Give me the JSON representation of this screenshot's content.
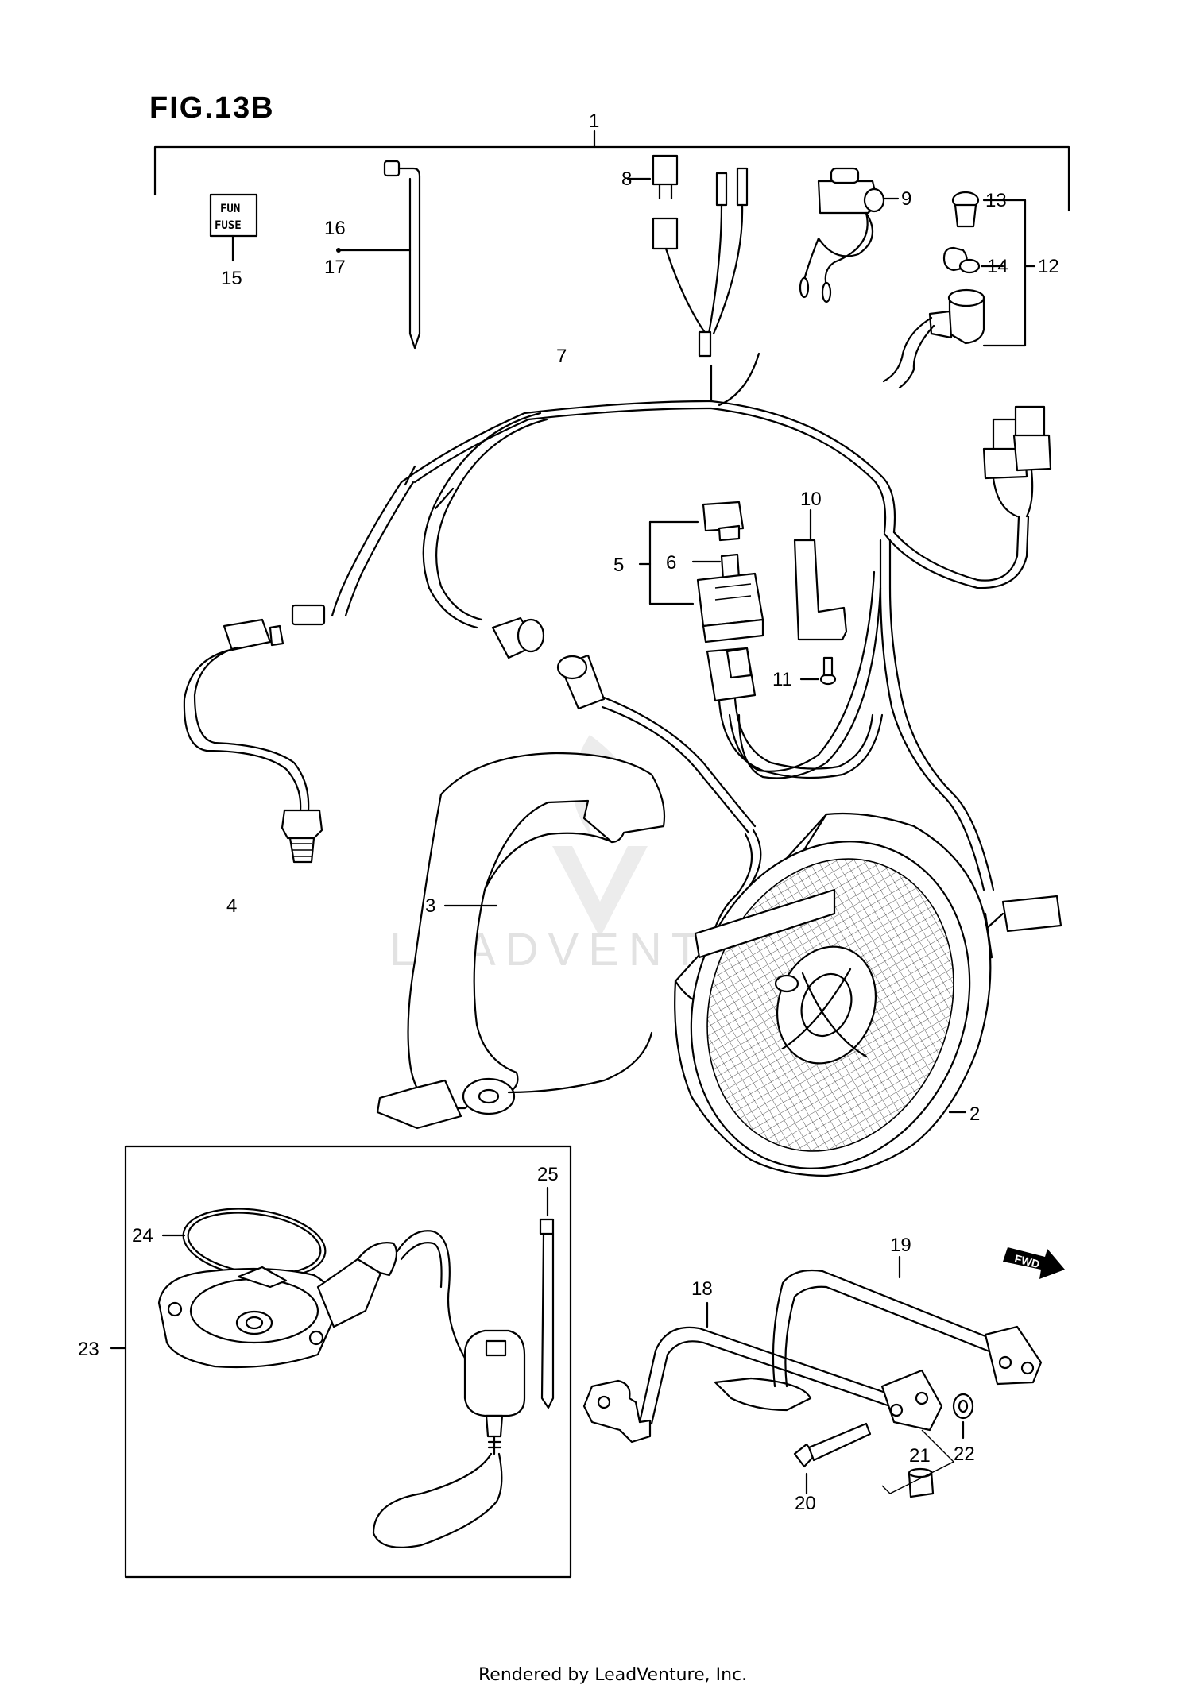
{
  "figure": {
    "title": "FIG.13B"
  },
  "watermark": {
    "text": "LEADVENTURE"
  },
  "fuse_label": {
    "line1": "FUN",
    "line2": "FUSE"
  },
  "fwd_label": "FWD",
  "callouts": [
    "1",
    "2",
    "3",
    "4",
    "5",
    "6",
    "7",
    "8",
    "9",
    "10",
    "11",
    "12",
    "13",
    "14",
    "15",
    "16",
    "17",
    "18",
    "19",
    "20",
    "21",
    "22",
    "23",
    "24",
    "25"
  ],
  "footer": {
    "text": "Rendered by LeadVenture, Inc."
  }
}
